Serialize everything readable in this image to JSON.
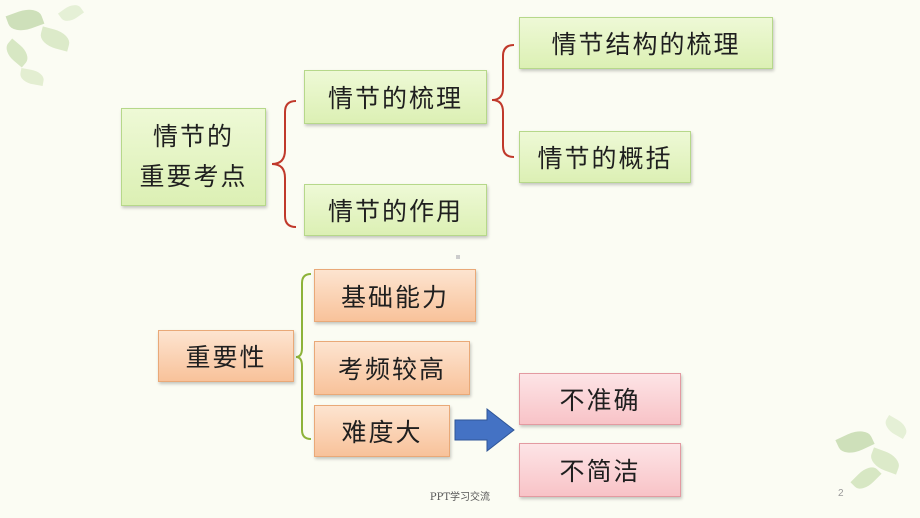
{
  "diagram1": {
    "root_line1": "情节的",
    "root_line2": "重要考点",
    "branch_plot": "情节的梳理",
    "branch_role": "情节的作用",
    "leaf_structure": "情节结构的梳理",
    "leaf_summary": "情节的概括"
  },
  "diagram2": {
    "root": "重要性",
    "basic": "基础能力",
    "frequent": "考频较高",
    "difficult": "难度大",
    "inaccurate": "不准确",
    "not_concise": "不简洁"
  },
  "footer": {
    "text": "PPT学习交流",
    "page_number": "2"
  },
  "colors": {
    "bracket_red": "#c0392b",
    "bracket_green": "#8db33a",
    "arrow_blue": "#4472c4"
  }
}
